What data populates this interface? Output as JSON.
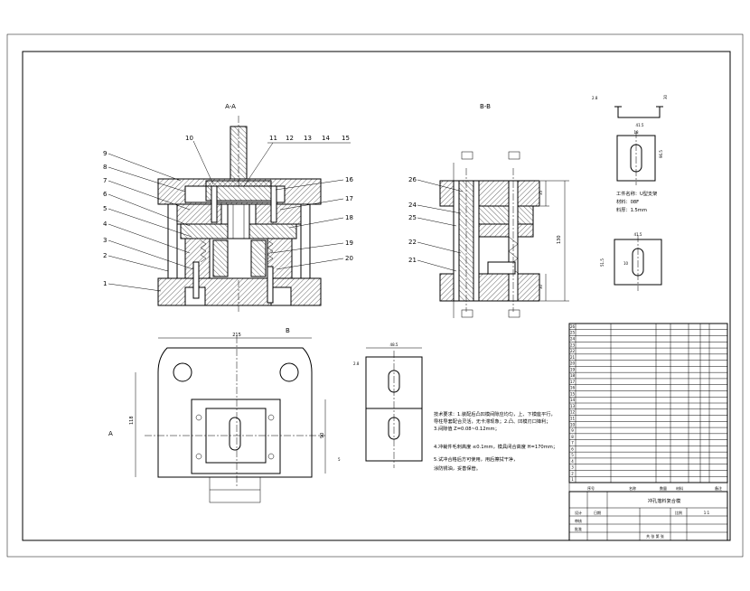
{
  "section_labels": {
    "aa": "A-A",
    "bb": "B-B",
    "a_arrow": "A",
    "b_arrow": "B"
  },
  "balloons_left": [
    "9",
    "8",
    "7",
    "6",
    "5",
    "4",
    "3",
    "2",
    "1"
  ],
  "balloons_top": [
    "10",
    "11",
    "12",
    "13",
    "14",
    "15"
  ],
  "balloons_right": [
    "16",
    "17",
    "18",
    "19",
    "20"
  ],
  "balloons_bb": [
    "26",
    "24",
    "25",
    "22",
    "21"
  ],
  "dims": {
    "bb_height": "130",
    "bb_top": "35",
    "bb_bottom": "30",
    "plan_width": "215",
    "plan_height": "118",
    "plan_inner": "90",
    "plan_small": "5",
    "strip_width": "48.5",
    "strip_left": "2.8",
    "part_top": "2.8",
    "part_w1": "18",
    "part_h": "96.5",
    "part_w2": "41.5",
    "part_w3": "10",
    "part_h2": "30",
    "part_h3": "51.5"
  },
  "part_spec": {
    "line1": "工件名称：U型支架",
    "line2": "材料：08F",
    "line3": "料厚：1.5mm"
  },
  "notes": {
    "line1": "技术要求：1.装配后凸凹模间隙应均匀，上、下模座平行，",
    "line2": "导柱导套配合灵活，无卡滞现象；2.凸、凹模刃口锋利；",
    "line3": "3.间隙值 Z=0.08~0.12mm；",
    "line4": "4.冲裁件毛刺高度 ≤0.1mm，模具闭合高度 H=170mm；",
    "line5": "5.试冲合格后方可使用，用后擦拭干净，",
    "line6": "涂防锈油，妥善保管。"
  },
  "bom_rows": [
    "26",
    "25",
    "24",
    "23",
    "22",
    "21",
    "20",
    "19",
    "18",
    "17",
    "16",
    "15",
    "14",
    "13",
    "12",
    "11",
    "10",
    "9",
    "8",
    "7",
    "6",
    "5",
    "4",
    "3",
    "2",
    "1"
  ],
  "bom_header": {
    "no": "序号",
    "name": "名称",
    "qty": "数量",
    "material": "材料",
    "remark": "备注"
  },
  "title_block": {
    "title": "冲孔落料复合模",
    "scale": "比例",
    "scale_val": "1:1",
    "sheet": "共 张 第 张",
    "designer": "设计",
    "checker": "审核",
    "approve": "批准",
    "date": "日期"
  }
}
